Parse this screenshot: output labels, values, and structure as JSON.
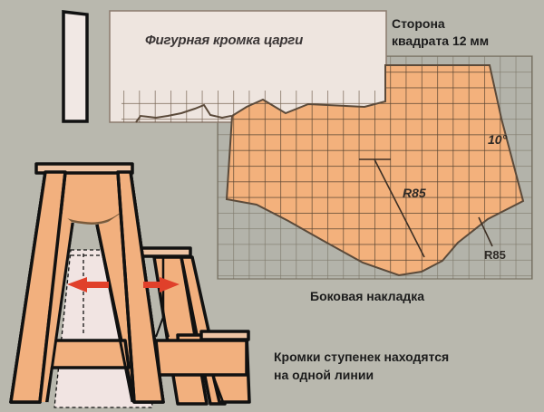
{
  "labels": {
    "apron_edge": "Фигурная кромка царги",
    "grid_scale_line1": "Сторона",
    "grid_scale_line2": "квадрата 12 мм",
    "side_panel": "Боковая накладка",
    "steps_note_line1": "Кромки ступенек находятся",
    "steps_note_line2": "на одной линии"
  },
  "dimensions": {
    "angle": "10°",
    "radius_inner": "R85",
    "radius_outer": "R85"
  },
  "grid": {
    "square_size_mm": 12
  },
  "colors": {
    "background": "#b9b8ae",
    "wood": "#f2b07e",
    "apron_panel": "#efe6e0",
    "grid_line": "#6b5a48",
    "outline": "#111111",
    "arrow": "#e0402a",
    "ghost_fill": "#f1e5e3"
  }
}
